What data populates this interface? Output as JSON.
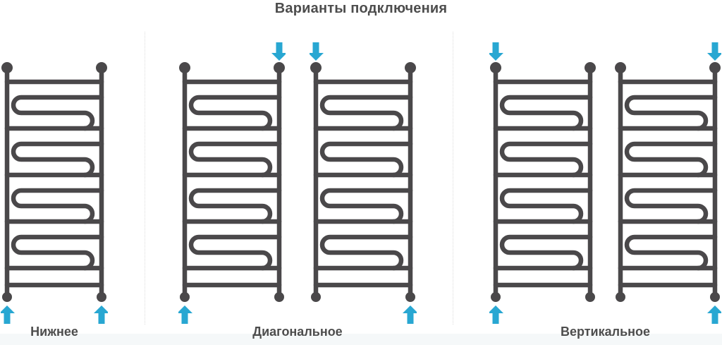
{
  "title": "Варианты подключения",
  "colors": {
    "pipe": "#4a484a",
    "arrow": "#28a7d2",
    "text": "#4d4d4d",
    "separator": "#dcdcdc",
    "strip": "#f5f8f9"
  },
  "groups": [
    {
      "id": "bottom",
      "label": "Нижнее",
      "radiators": [
        {
          "arrows": {
            "top_left": false,
            "top_right": false,
            "bottom_left": true,
            "bottom_right": true
          }
        }
      ]
    },
    {
      "id": "diagonal",
      "label": "Диагональное",
      "radiators": [
        {
          "arrows": {
            "top_left": false,
            "top_right": true,
            "bottom_left": true,
            "bottom_right": false
          }
        },
        {
          "arrows": {
            "top_left": true,
            "top_right": false,
            "bottom_left": false,
            "bottom_right": true
          }
        }
      ]
    },
    {
      "id": "vertical",
      "label": "Вертикальное",
      "radiators": [
        {
          "arrows": {
            "top_left": true,
            "top_right": false,
            "bottom_left": true,
            "bottom_right": false
          }
        },
        {
          "arrows": {
            "top_left": false,
            "top_right": true,
            "bottom_left": false,
            "bottom_right": true
          }
        }
      ]
    }
  ]
}
